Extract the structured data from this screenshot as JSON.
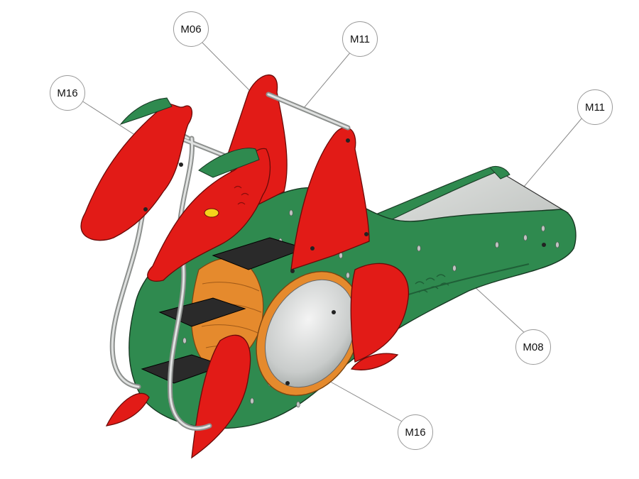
{
  "diagram": {
    "callouts": [
      {
        "id": "c1",
        "label": "M06"
      },
      {
        "id": "c2",
        "label": "M11"
      },
      {
        "id": "c3",
        "label": "M16"
      },
      {
        "id": "c4",
        "label": "M11"
      },
      {
        "id": "c5",
        "label": "M08"
      },
      {
        "id": "c6",
        "label": "M16"
      }
    ],
    "colors": {
      "body_green": "#2f8a4f",
      "dark_green": "#1f5f37",
      "dragon_red": "#e21b17",
      "slide_gray": "#cfd2cf",
      "step_black": "#2a2a2a",
      "tunnel_orange": "#e58a2d",
      "rail_silver": "#c8cbc9",
      "leader_gray": "#8a8a8a"
    }
  }
}
